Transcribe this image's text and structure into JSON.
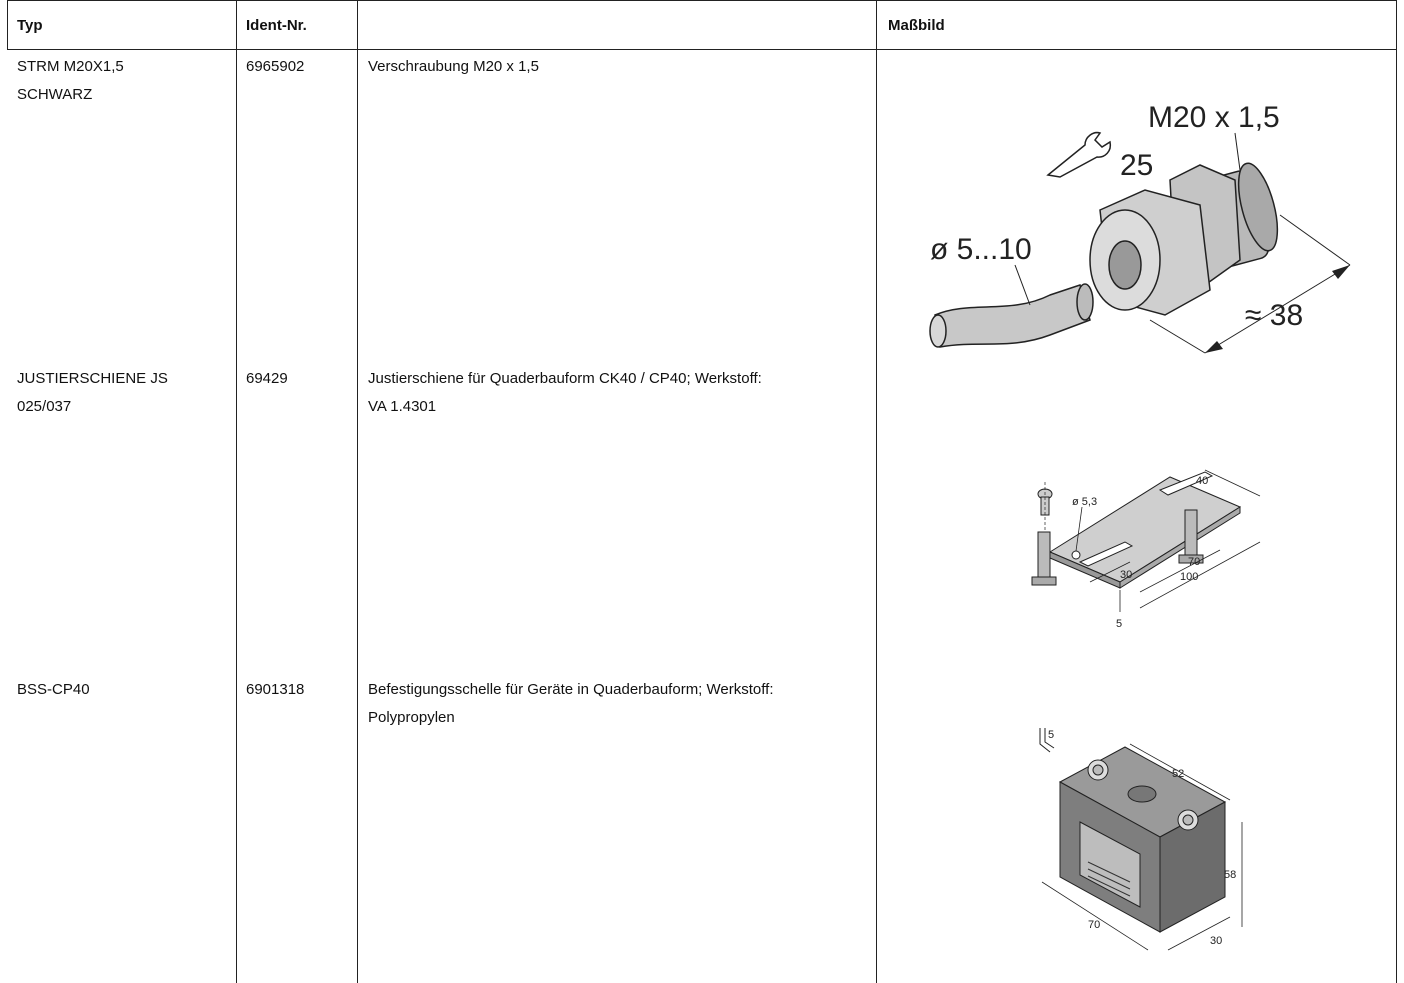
{
  "header": {
    "col_type": "Typ",
    "col_ident": "Ident-Nr.",
    "col_desc": "",
    "col_drawing": "Maßbild"
  },
  "rows": [
    {
      "type_line1": "STRM M20X1,5",
      "type_line2": "SCHWARZ",
      "ident": "6965902",
      "desc_line1": "Verschraubung M20 x 1,5",
      "desc_line2": "",
      "drawing": {
        "label_thread": "M20 x 1,5",
        "label_wrench": "25",
        "label_cable": "ø 5...10",
        "label_length": "≈ 38"
      }
    },
    {
      "type_line1": "JUSTIERSCHIENE JS",
      "type_line2": "025/037",
      "ident": "69429",
      "desc_line1": "Justierschiene für Quaderbauform CK40 / CP40; Werkstoff:",
      "desc_line2": "VA 1.4301",
      "drawing": {
        "label_width": "40",
        "label_hole": "ø 5,3",
        "label_30": "30",
        "label_70": "70",
        "label_100": "100",
        "label_5": "5"
      }
    },
    {
      "type_line1": "BSS-CP40",
      "type_line2": "",
      "ident": "6901318",
      "desc_line1": "Befestigungsschelle für Geräte in Quaderbauform; Werkstoff:",
      "desc_line2": "Polypropylen",
      "drawing": {
        "label_tool": "5",
        "label_52": "52",
        "label_58": "58",
        "label_70": "70",
        "label_30": "30"
      }
    }
  ]
}
